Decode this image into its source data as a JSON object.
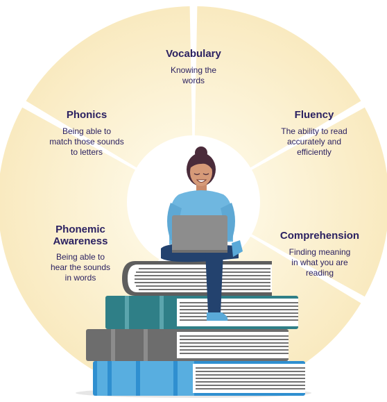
{
  "colors": {
    "wedge_fill": "#fbefc9",
    "wedge_fill_center": "#fdf5dc",
    "text": "#2b2161",
    "book_teal": "#3f8e96",
    "book_gray": "#7b7b7b",
    "book_blue": "#5aa9d8",
    "sweater": "#6fb7e0",
    "pants": "#23426e",
    "hair": "#4a2b3a",
    "skin": "#c98a6a",
    "laptop": "#8a8a8a"
  },
  "segments": [
    {
      "id": "vocabulary",
      "title": "Vocabulary",
      "desc": "Knowing the\nwords"
    },
    {
      "id": "phonics",
      "title": "Phonics",
      "desc": "Being able to\nmatch those sounds\nto letters"
    },
    {
      "id": "fluency",
      "title": "Fluency",
      "desc": "The ability to read\naccurately and\nefficiently"
    },
    {
      "id": "phonemic-awareness",
      "title": "Phonemic\nAwareness",
      "desc": "Being able to\nhear the sounds\nin words"
    },
    {
      "id": "comprehension",
      "title": "Comprehension",
      "desc": "Finding meaning\nin what you are\nreading"
    }
  ],
  "illustration": {
    "subject": "person-reading-laptop-on-books",
    "icon": "reader-on-book-stack-icon"
  }
}
